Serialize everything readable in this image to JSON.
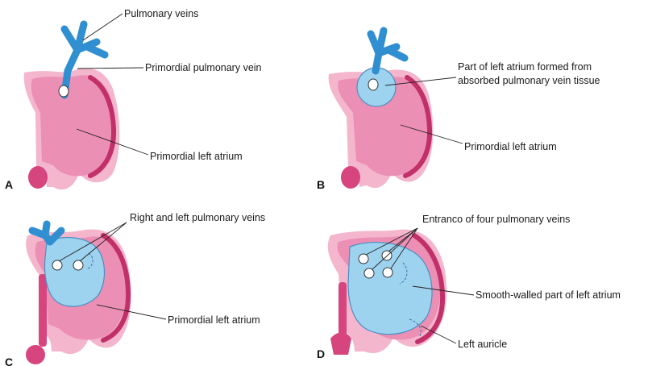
{
  "panels": [
    {
      "letter": "A",
      "labels": {
        "pulmonary_veins": "Pulmonary veins",
        "primordial_pulmonary_vein": "Primordial pulmonary vein",
        "primordial_left_atrium": "Primordial left atrium"
      }
    },
    {
      "letter": "B",
      "labels": {
        "absorbed_line1": "Part of left atrium formed from",
        "absorbed_line2": "absorbed pulmonary vein tissue",
        "primordial_left_atrium": "Primordial left atrium"
      }
    },
    {
      "letter": "C",
      "labels": {
        "right_left_veins": "Right and left pulmonary veins",
        "primordial_left_atrium": "Primordial left atrium"
      }
    },
    {
      "letter": "D",
      "labels": {
        "entrance": "Entranco of four pulmonary veins",
        "smooth_walled": "Smooth-walled part of left atrium",
        "left_auricle": "Left auricle"
      }
    }
  ],
  "colors": {
    "atrium_pink": "#ec8fb4",
    "wall_dark_pink": "#c2306a",
    "absorbed_blue": "#9dd3ef",
    "vein_blue": "#2f8fd0"
  }
}
